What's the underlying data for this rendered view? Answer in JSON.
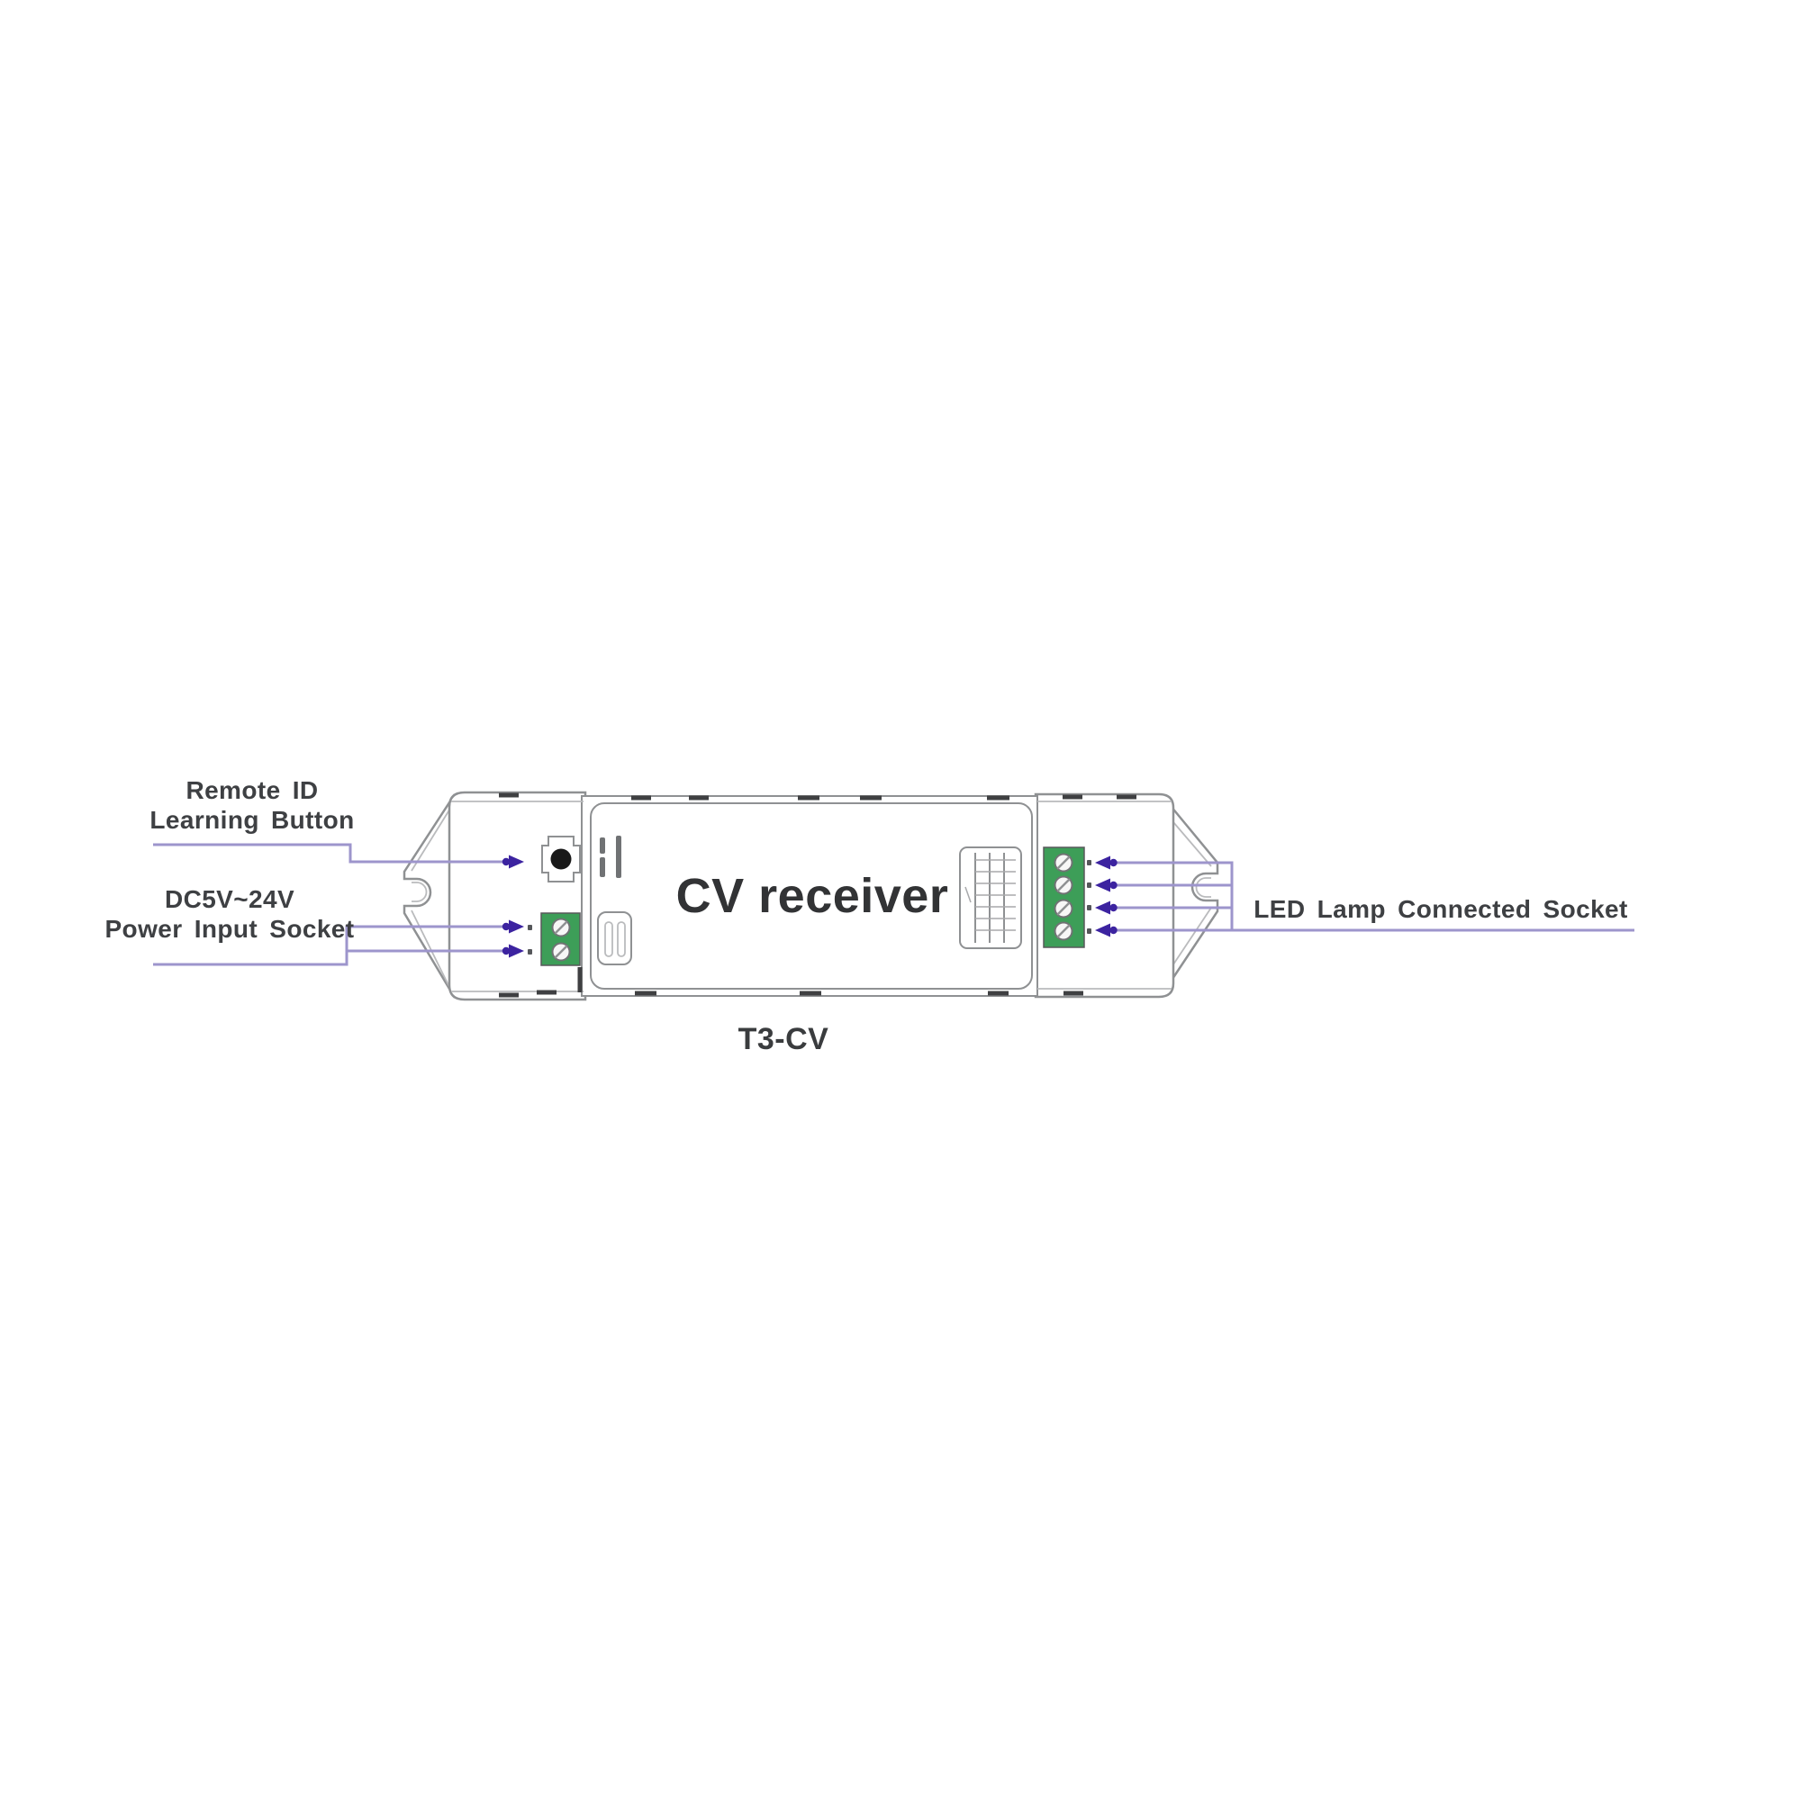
{
  "diagram": {
    "device": {
      "face_label": "CV receiver",
      "model": "T3-CV"
    },
    "callouts": {
      "remote_id": {
        "line1": "Remote ID",
        "line2": "Learning Button"
      },
      "power_input": {
        "line1": "DC5V~24V",
        "line2": "Power Input Socket"
      },
      "led_output": {
        "label": "LED Lamp Connected Socket"
      }
    },
    "icons": [
      "learning-button",
      "power-terminal-block-2p",
      "output-terminal-block-4p",
      "mounting-tab-left",
      "mounting-tab-right",
      "wiring-grid-label",
      "port-slot",
      "polarity-bars"
    ],
    "colors": {
      "connector_line": "#9D95CC",
      "arrow": "#3C23A0",
      "terminal_green": "#3D9E58",
      "outline": "#8F9193",
      "label_text": "#3E4043"
    }
  }
}
